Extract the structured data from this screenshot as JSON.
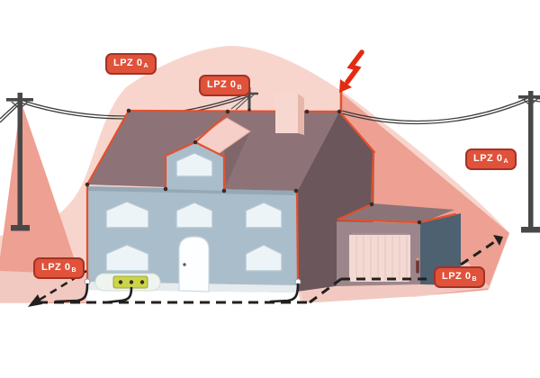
{
  "diagram": {
    "labels": [
      {
        "id": "lpz-0a-upper-left",
        "text": "LPZ 0",
        "sub": "A"
      },
      {
        "id": "lpz-0b-upper-center",
        "text": "LPZ 0",
        "sub": "B"
      },
      {
        "id": "lpz-0a-right",
        "text": "LPZ 0",
        "sub": "A"
      },
      {
        "id": "lpz-0b-lower-left",
        "text": "LPZ 0",
        "sub": "B"
      },
      {
        "id": "lpz-0b-lower-right",
        "text": "LPZ 0",
        "sub": "B"
      }
    ],
    "icons": [
      {
        "name": "lightning-bolt-icon"
      },
      {
        "name": "power-pole-icon"
      },
      {
        "name": "power-meter-icon"
      },
      {
        "name": "antenna-mast-icon"
      }
    ],
    "colors": {
      "zone_light_pink": "#f7d5cd",
      "zone_salmon": "#eea092",
      "ground_pink": "#f2c9c1",
      "label_red_fill": "#e0523a",
      "label_red_border": "#a43126",
      "conductor_red": "#e2512e",
      "lightning_red": "#e52a12",
      "facade_blue_gray": "#aabdca",
      "roof_mauve": "#8d7377",
      "side_wall_dark": "#6b565c",
      "garage_front": "#9c868b",
      "garage_door_pink": "#f3d9d3",
      "garage_side_teal": "#4d6170",
      "meter_yellow": "#cbd54a",
      "pole_gray": "#484848",
      "dash_black": "#22201f",
      "window_fill": "#edf4f8"
    }
  }
}
